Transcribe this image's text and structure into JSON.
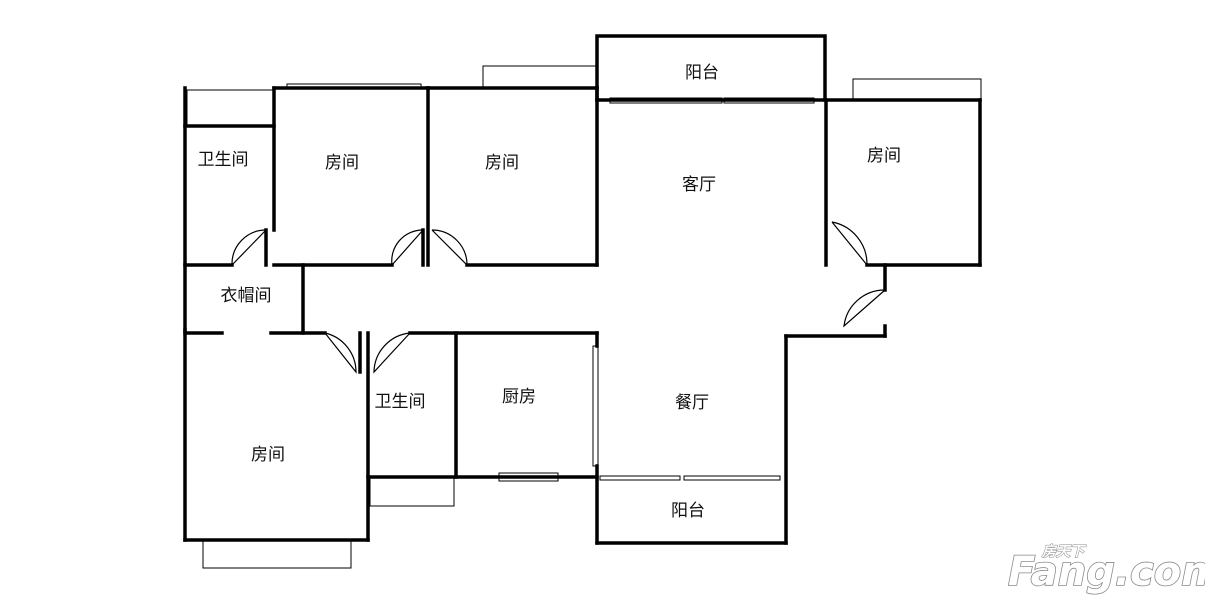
{
  "rooms": {
    "bath_top": "卫生间",
    "bedroom_1": "房间",
    "bedroom_2": "房间",
    "balcony_top": "阳台",
    "living_room": "客厅",
    "bedroom_3": "房间",
    "cloakroom": "衣帽间",
    "bedroom_4": "房间",
    "bath_mid": "卫生间",
    "kitchen": "厨房",
    "dining_room": "餐厅",
    "balcony_bottom": "阳台"
  },
  "watermark": {
    "cn": "房天下",
    "brand": "Fang.com"
  }
}
